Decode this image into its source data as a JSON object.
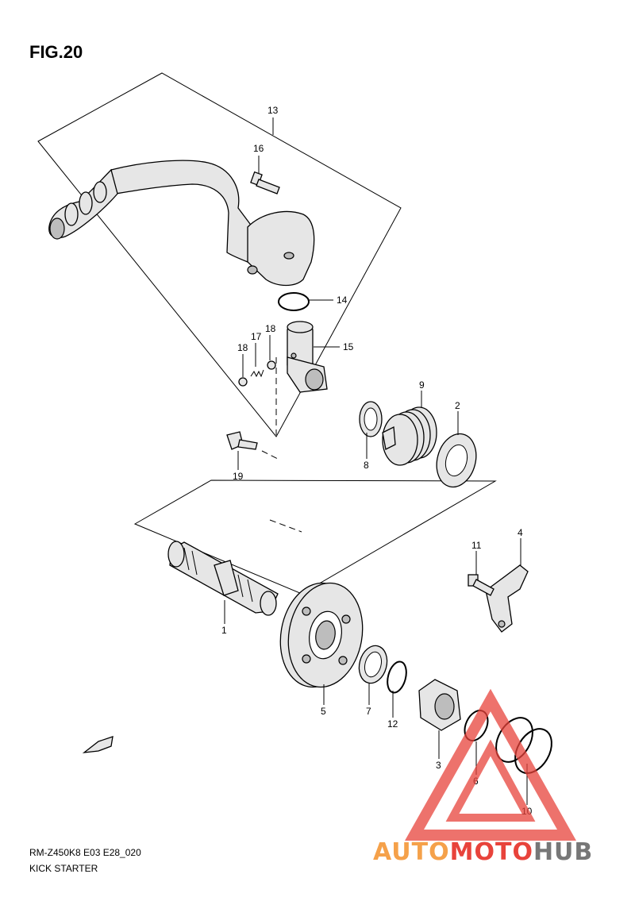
{
  "figure": {
    "title": "FIG.20",
    "code": "RM-Z450K8 E03 E28_020",
    "caption": "KICK STARTER"
  },
  "callouts": [
    "13",
    "16",
    "14",
    "18",
    "17",
    "18",
    "15",
    "9",
    "2",
    "8",
    "19",
    "4",
    "11",
    "1",
    "5",
    "7",
    "12",
    "3",
    "6",
    "10"
  ],
  "watermark": {
    "part1": "AUTO",
    "part2": "MOTO",
    "part3": "HUB",
    "color_orange": "#f5a14a",
    "color_red": "#e8433b",
    "color_gray": "#777777"
  }
}
